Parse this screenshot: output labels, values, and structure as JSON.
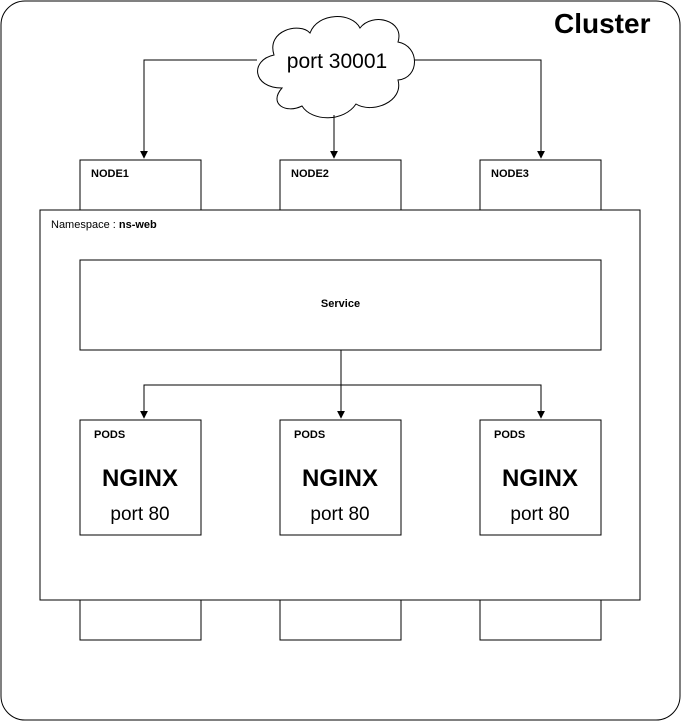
{
  "cluster": {
    "title": "Cluster"
  },
  "entry": {
    "label": "port 30001"
  },
  "nodes": [
    {
      "label": "NODE1"
    },
    {
      "label": "NODE2"
    },
    {
      "label": "NODE3"
    }
  ],
  "namespace": {
    "prefix": "Namespace : ",
    "name": "ns-web"
  },
  "service": {
    "label": "Service"
  },
  "pods": [
    {
      "header": "PODS",
      "app": "NGINX",
      "port": "port 80"
    },
    {
      "header": "PODS",
      "app": "NGINX",
      "port": "port 80"
    },
    {
      "header": "PODS",
      "app": "NGINX",
      "port": "port 80"
    }
  ]
}
